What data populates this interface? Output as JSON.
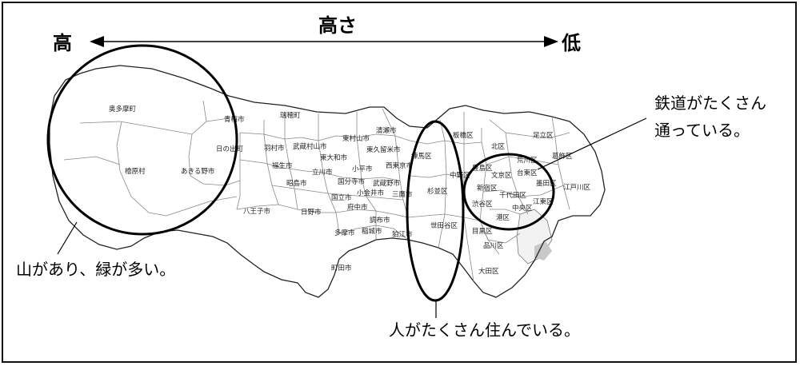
{
  "arrow": {
    "title": "高さ",
    "high_label": "高",
    "low_label": "低"
  },
  "annotations": {
    "west": "山があり、緑が多い。",
    "middle": "人がたくさん住んでいる。",
    "east_line1": "鉄道がたくさん",
    "east_line2": "通っている。"
  },
  "municipalities": [
    "奥多摩町",
    "青梅市",
    "日の出町",
    "檜原村",
    "あきる野市",
    "八王子市",
    "瑞穂町",
    "羽村市",
    "武蔵村山市",
    "東大和市",
    "東村山市",
    "東久留米市",
    "清瀬市",
    "福生市",
    "立川市",
    "昭島市",
    "国分寺市",
    "小平市",
    "西東京市",
    "武蔵野市",
    "三鷹市",
    "小金井市",
    "国立市",
    "府中市",
    "日野市",
    "調布市",
    "多摩市",
    "稲城市",
    "狛江市",
    "町田市",
    "練馬区",
    "板橋区",
    "北区",
    "足立区",
    "葛飾区",
    "荒川区",
    "豊島区",
    "文京区",
    "台東区",
    "墨田区",
    "江戸川区",
    "中野区",
    "杉並区",
    "新宿区",
    "千代田区",
    "江東区",
    "渋谷区",
    "中央区",
    "港区",
    "世田谷区",
    "目黒区",
    "品川区",
    "大田区"
  ]
}
